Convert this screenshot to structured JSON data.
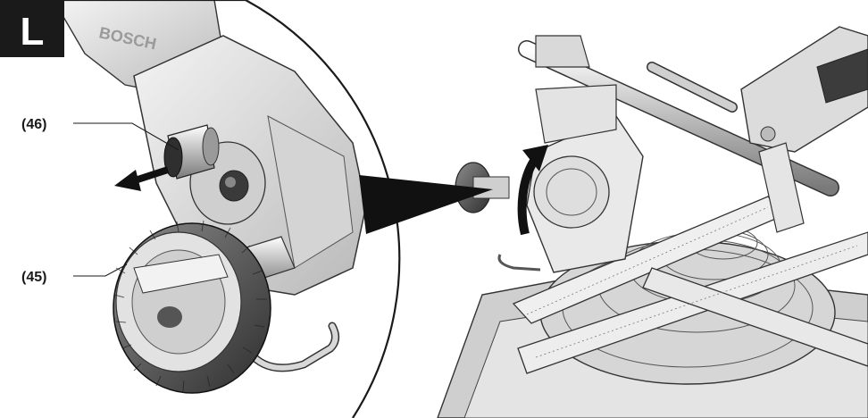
{
  "figure": {
    "badge_letter": "L",
    "callouts": [
      {
        "id": "46",
        "label": "(46)"
      },
      {
        "id": "45",
        "label": "(45)"
      }
    ],
    "brand_text": "BOSCH",
    "colors": {
      "badge_bg": "#1a1a1a",
      "badge_text": "#ffffff",
      "line": "#1a1a1a",
      "metal_light": "#e6e6e6",
      "metal_mid": "#bdbdbd",
      "metal_dark": "#6e6e6e",
      "rubber": "#3a3a3a"
    },
    "icons": [
      "removal-arrow-icon",
      "rotation-arrow-icon"
    ]
  }
}
